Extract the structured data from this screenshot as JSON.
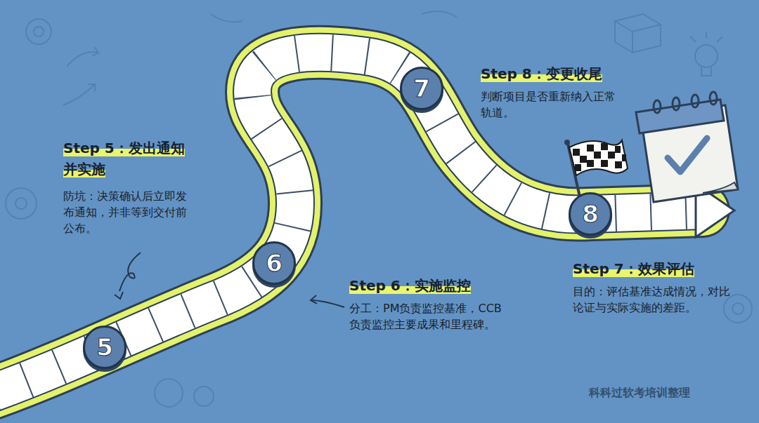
{
  "diagram": {
    "nodes": [
      {
        "text": [
          "5"
        ]
      },
      {
        "text": [
          "6"
        ]
      },
      {
        "text": [
          "7"
        ]
      },
      {
        "text": [
          "8"
        ]
      }
    ],
    "labels": [
      "Step 5：发出通知并实施",
      "防坑：决策确认后立即发布通知，并非等到交付前公布。",
      "Step 6：实施监控",
      "分工：PM负责监控基准，CCB负责监控主要成果和里程碑。",
      "Step 7：效果评估",
      "目的：评估基准达成情况，对比论证与实际实施的差距。",
      "Step 8：变更收尾",
      "判断项目是否重新纳入正常轨道。",
      "科科过软考培训整理"
    ]
  }
}
